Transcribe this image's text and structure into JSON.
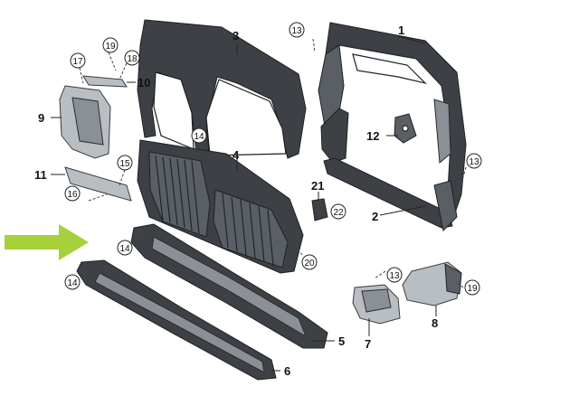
{
  "colors": {
    "arrow": "#a6d13a",
    "part": "#3d4146",
    "background": "#ffffff"
  },
  "labels": {
    "part1": "1",
    "part2": "2",
    "part3": "3",
    "part4": "4",
    "part5": "5",
    "part6": "6",
    "part7": "7",
    "part8": "8",
    "part9": "9",
    "part10": "10",
    "part11": "11",
    "part12": "12",
    "part21": "21"
  },
  "callouts": {
    "c13_top": "13",
    "c13_right": "13",
    "c13_mid": "13",
    "c14_grille": "14",
    "c14_arrow": "14",
    "c14_left": "14",
    "c15": "15",
    "c16": "16",
    "c17": "17",
    "c18": "18",
    "c19_top": "19",
    "c19_right": "19",
    "c20": "20",
    "c22": "22"
  },
  "pointer": {
    "icon": "green-arrow-icon"
  }
}
